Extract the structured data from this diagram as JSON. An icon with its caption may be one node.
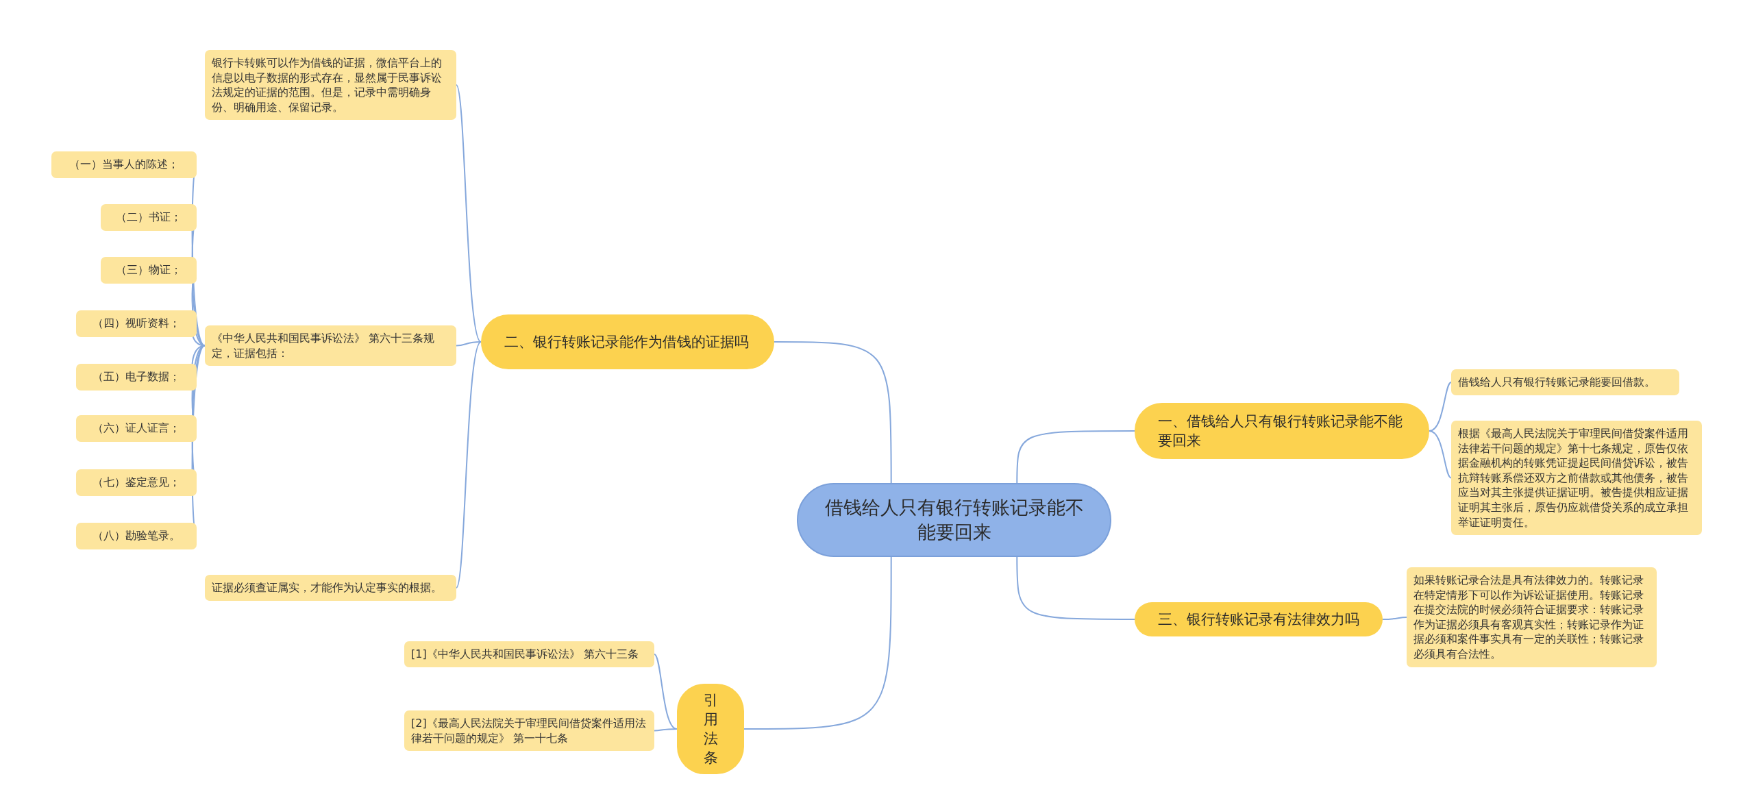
{
  "diagram": {
    "nodes": [
      {
        "text": [
          "借钱给人只有银行转账记录能不能要回来"
        ]
      },
      {
        "text": [
          "二、银行转账记录能作为借钱的证据吗"
        ]
      },
      {
        "text": [
          "银行卡转账可以作为借钱的证据，微信平台上的信息以电子数据的形式存在，显然属于民事诉讼法规定的证据的范围。但是，记录中需明确身份、明确用途、保留记录。"
        ]
      },
      {
        "text": [
          "《中华人民共和国民事诉讼法》 第六十三条规定，证据包括："
        ]
      },
      {
        "text": [
          "（一）当事人的陈述；"
        ]
      },
      {
        "text": [
          "（二）书证；"
        ]
      },
      {
        "text": [
          "（三）物证；"
        ]
      },
      {
        "text": [
          "（四）视听资料；"
        ]
      },
      {
        "text": [
          "（五）电子数据；"
        ]
      },
      {
        "text": [
          "（六）证人证言；"
        ]
      },
      {
        "text": [
          "（七）鉴定意见；"
        ]
      },
      {
        "text": [
          "（八）勘验笔录。"
        ]
      },
      {
        "text": [
          "证据必须查证属实，才能作为认定事实的根据。"
        ]
      },
      {
        "text": [
          "引用法条"
        ]
      },
      {
        "text": [
          "[1]《中华人民共和国民事诉讼法》 第六十三条"
        ]
      },
      {
        "text": [
          "[2]《最高人民法院关于审理民间借贷案件适用法律若干问题的规定》 第一十七条"
        ]
      },
      {
        "text": [
          "一、借钱给人只有银行转账记录能不能要回来"
        ]
      },
      {
        "text": [
          "借钱给人只有银行转账记录能要回借款。"
        ]
      },
      {
        "text": [
          "根据《最高人民法院关于审理民间借贷案件适用法律若干问题的规定》第十七条规定，原告仅依据金融机构的转账凭证提起民间借贷诉讼，被告抗辩转账系偿还双方之前借款或其他债务，被告应当对其主张提供证据证明。被告提供相应证据证明其主张后，原告仍应就借贷关系的成立承担举证证明责任。"
        ]
      },
      {
        "text": [
          "三、银行转账记录有法律效力吗"
        ]
      },
      {
        "text": [
          "如果转账记录合法是具有法律效力的。转账记录在特定情形下可以作为诉讼证据使用。转账记录在提交法院的时候必须符合证据要求：转账记录作为证据必须具有客观真实性；转账记录作为证据必须和案件事实具有一定的关联性；转账记录必须具有合法性。"
        ]
      }
    ],
    "edges": [
      {
        "from": 0,
        "to": 1,
        "arrow": "none"
      },
      {
        "from": 1,
        "to": 2,
        "arrow": "none"
      },
      {
        "from": 1,
        "to": 3,
        "arrow": "none"
      },
      {
        "from": 3,
        "to": 4,
        "arrow": "none"
      },
      {
        "from": 3,
        "to": 5,
        "arrow": "none"
      },
      {
        "from": 3,
        "to": 6,
        "arrow": "none"
      },
      {
        "from": 3,
        "to": 7,
        "arrow": "none"
      },
      {
        "from": 3,
        "to": 8,
        "arrow": "none"
      },
      {
        "from": 3,
        "to": 9,
        "arrow": "none"
      },
      {
        "from": 3,
        "to": 10,
        "arrow": "none"
      },
      {
        "from": 3,
        "to": 11,
        "arrow": "none"
      },
      {
        "from": 1,
        "to": 12,
        "arrow": "none"
      },
      {
        "from": 0,
        "to": 13,
        "arrow": "none"
      },
      {
        "from": 13,
        "to": 14,
        "arrow": "none"
      },
      {
        "from": 13,
        "to": 15,
        "arrow": "none"
      },
      {
        "from": 0,
        "to": 16,
        "arrow": "none"
      },
      {
        "from": 16,
        "to": 17,
        "arrow": "none"
      },
      {
        "from": 16,
        "to": 18,
        "arrow": "none"
      },
      {
        "from": 0,
        "to": 19,
        "arrow": "none"
      },
      {
        "from": 19,
        "to": 20,
        "arrow": "none"
      }
    ]
  }
}
